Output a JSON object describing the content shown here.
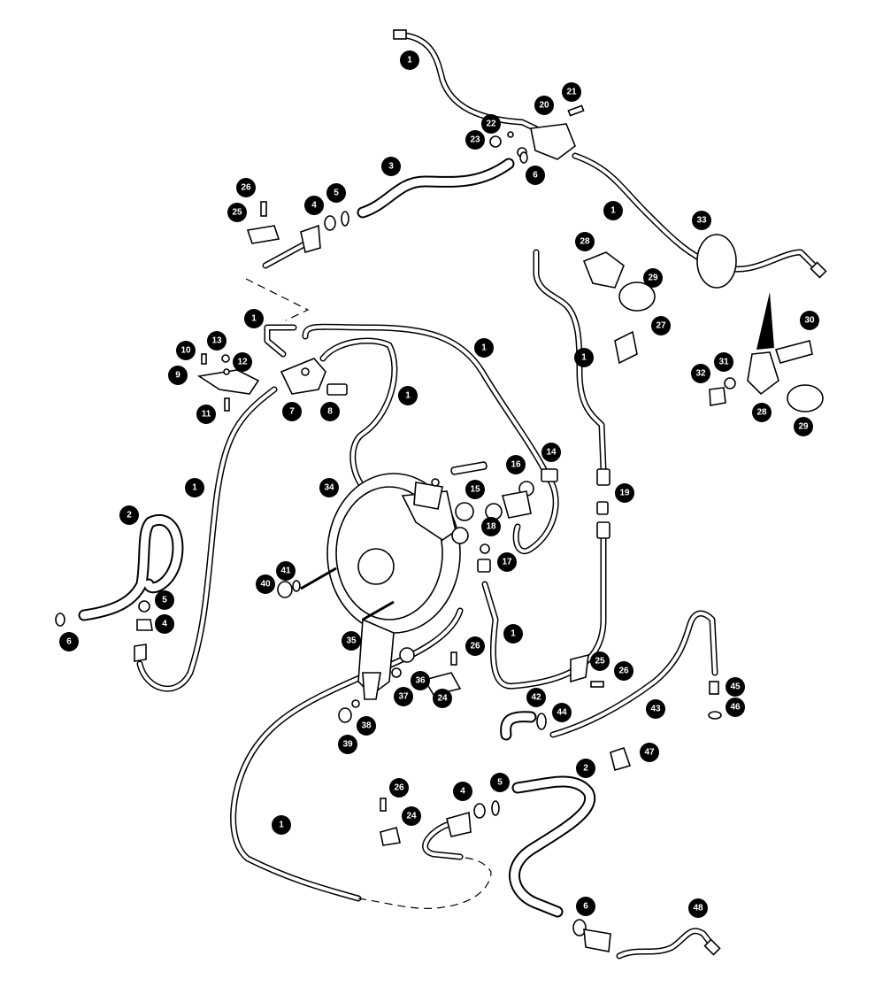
{
  "callouts": [
    {
      "id": "c1a",
      "label": "1"
    },
    {
      "id": "c1b",
      "label": "1"
    },
    {
      "id": "c1c",
      "label": "1"
    },
    {
      "id": "c1d",
      "label": "1"
    },
    {
      "id": "c1e",
      "label": "1"
    },
    {
      "id": "c1f",
      "label": "1"
    },
    {
      "id": "c1g",
      "label": "1"
    },
    {
      "id": "c1h",
      "label": "1"
    },
    {
      "id": "c1i",
      "label": "1"
    },
    {
      "id": "c2a",
      "label": "2"
    },
    {
      "id": "c2b",
      "label": "2"
    },
    {
      "id": "c3",
      "label": "3"
    },
    {
      "id": "c4a",
      "label": "4"
    },
    {
      "id": "c4b",
      "label": "4"
    },
    {
      "id": "c4c",
      "label": "4"
    },
    {
      "id": "c5a",
      "label": "5"
    },
    {
      "id": "c5b",
      "label": "5"
    },
    {
      "id": "c5c",
      "label": "5"
    },
    {
      "id": "c6a",
      "label": "6"
    },
    {
      "id": "c6b",
      "label": "6"
    },
    {
      "id": "c6c",
      "label": "6"
    },
    {
      "id": "c7",
      "label": "7"
    },
    {
      "id": "c8",
      "label": "8"
    },
    {
      "id": "c9",
      "label": "9"
    },
    {
      "id": "c10",
      "label": "10"
    },
    {
      "id": "c11",
      "label": "11"
    },
    {
      "id": "c12",
      "label": "12"
    },
    {
      "id": "c13",
      "label": "13"
    },
    {
      "id": "c14",
      "label": "14"
    },
    {
      "id": "c15",
      "label": "15"
    },
    {
      "id": "c16",
      "label": "16"
    },
    {
      "id": "c17",
      "label": "17"
    },
    {
      "id": "c18",
      "label": "18"
    },
    {
      "id": "c19",
      "label": "19"
    },
    {
      "id": "c20",
      "label": "20"
    },
    {
      "id": "c21",
      "label": "21"
    },
    {
      "id": "c22",
      "label": "22"
    },
    {
      "id": "c23",
      "label": "23"
    },
    {
      "id": "c24a",
      "label": "24"
    },
    {
      "id": "c24b",
      "label": "24"
    },
    {
      "id": "c25a",
      "label": "25"
    },
    {
      "id": "c25b",
      "label": "25"
    },
    {
      "id": "c26a",
      "label": "26"
    },
    {
      "id": "c26b",
      "label": "26"
    },
    {
      "id": "c26c",
      "label": "26"
    },
    {
      "id": "c26d",
      "label": "26"
    },
    {
      "id": "c27",
      "label": "27"
    },
    {
      "id": "c28a",
      "label": "28"
    },
    {
      "id": "c28b",
      "label": "28"
    },
    {
      "id": "c29a",
      "label": "29"
    },
    {
      "id": "c29b",
      "label": "29"
    },
    {
      "id": "c30",
      "label": "30"
    },
    {
      "id": "c31",
      "label": "31"
    },
    {
      "id": "c32",
      "label": "32"
    },
    {
      "id": "c33",
      "label": "33"
    },
    {
      "id": "c34",
      "label": "34"
    },
    {
      "id": "c35",
      "label": "35"
    },
    {
      "id": "c36",
      "label": "36"
    },
    {
      "id": "c37",
      "label": "37"
    },
    {
      "id": "c38",
      "label": "38"
    },
    {
      "id": "c39",
      "label": "39"
    },
    {
      "id": "c40",
      "label": "40"
    },
    {
      "id": "c41",
      "label": "41"
    },
    {
      "id": "c42",
      "label": "42"
    },
    {
      "id": "c43",
      "label": "43"
    },
    {
      "id": "c44",
      "label": "44"
    },
    {
      "id": "c45",
      "label": "45"
    },
    {
      "id": "c46",
      "label": "46"
    },
    {
      "id": "c47",
      "label": "47"
    },
    {
      "id": "c48",
      "label": "48"
    }
  ]
}
